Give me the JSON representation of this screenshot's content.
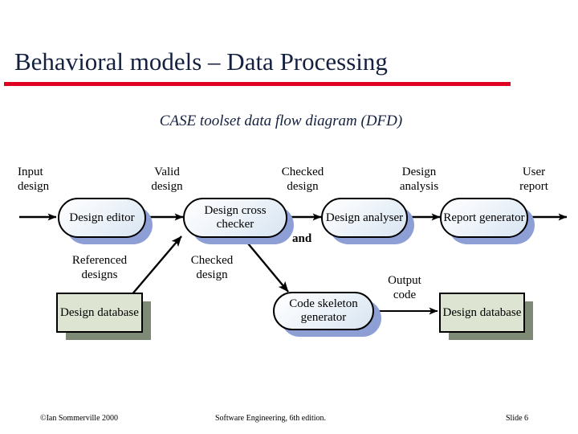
{
  "slide": {
    "title": "Behavioral models – Data Processing",
    "subtitle": "CASE toolset data flow diagram (DFD)",
    "accent_color": "#e00024",
    "title_color": "#14203f"
  },
  "diagram": {
    "type": "data-flow-diagram",
    "processes": [
      {
        "id": "design-editor",
        "label": "Design\neditor"
      },
      {
        "id": "design-cross-checker",
        "label": "Design\ncross checker"
      },
      {
        "id": "design-analyser",
        "label": "Design\nanalyser"
      },
      {
        "id": "report-generator",
        "label": "Report\ngenerator"
      },
      {
        "id": "code-skeleton-generator",
        "label": "Code skeleton\ngenerator"
      }
    ],
    "stores": [
      {
        "id": "design-database-left",
        "label": "Design\ndatabase"
      },
      {
        "id": "design-database-right",
        "label": "Design\ndatabase"
      }
    ],
    "flows": [
      {
        "id": "input-design",
        "label": "Input\ndesign"
      },
      {
        "id": "valid-design",
        "label": "Valid\ndesign"
      },
      {
        "id": "checked-design-top",
        "label": "Checked\ndesign"
      },
      {
        "id": "design-analysis",
        "label": "Design\nanalysis"
      },
      {
        "id": "user-report",
        "label": "User\nreport"
      },
      {
        "id": "referenced-designs",
        "label": "Referenced\ndesigns"
      },
      {
        "id": "checked-design-bottom",
        "label": "Checked\ndesign"
      },
      {
        "id": "output-code",
        "label": "Output\ncode"
      },
      {
        "id": "and-connector",
        "label": "and"
      }
    ],
    "colors": {
      "process_fill": "#eef4fb",
      "process_shadow": "#8e9fd6",
      "store_fill": "#dde5d2",
      "store_shadow": "#7f8a76",
      "stroke": "#000000"
    }
  },
  "footer": {
    "left": "©Ian Sommerville 2000",
    "middle": "Software Engineering, 6th edition.",
    "right": "Slide  6"
  }
}
